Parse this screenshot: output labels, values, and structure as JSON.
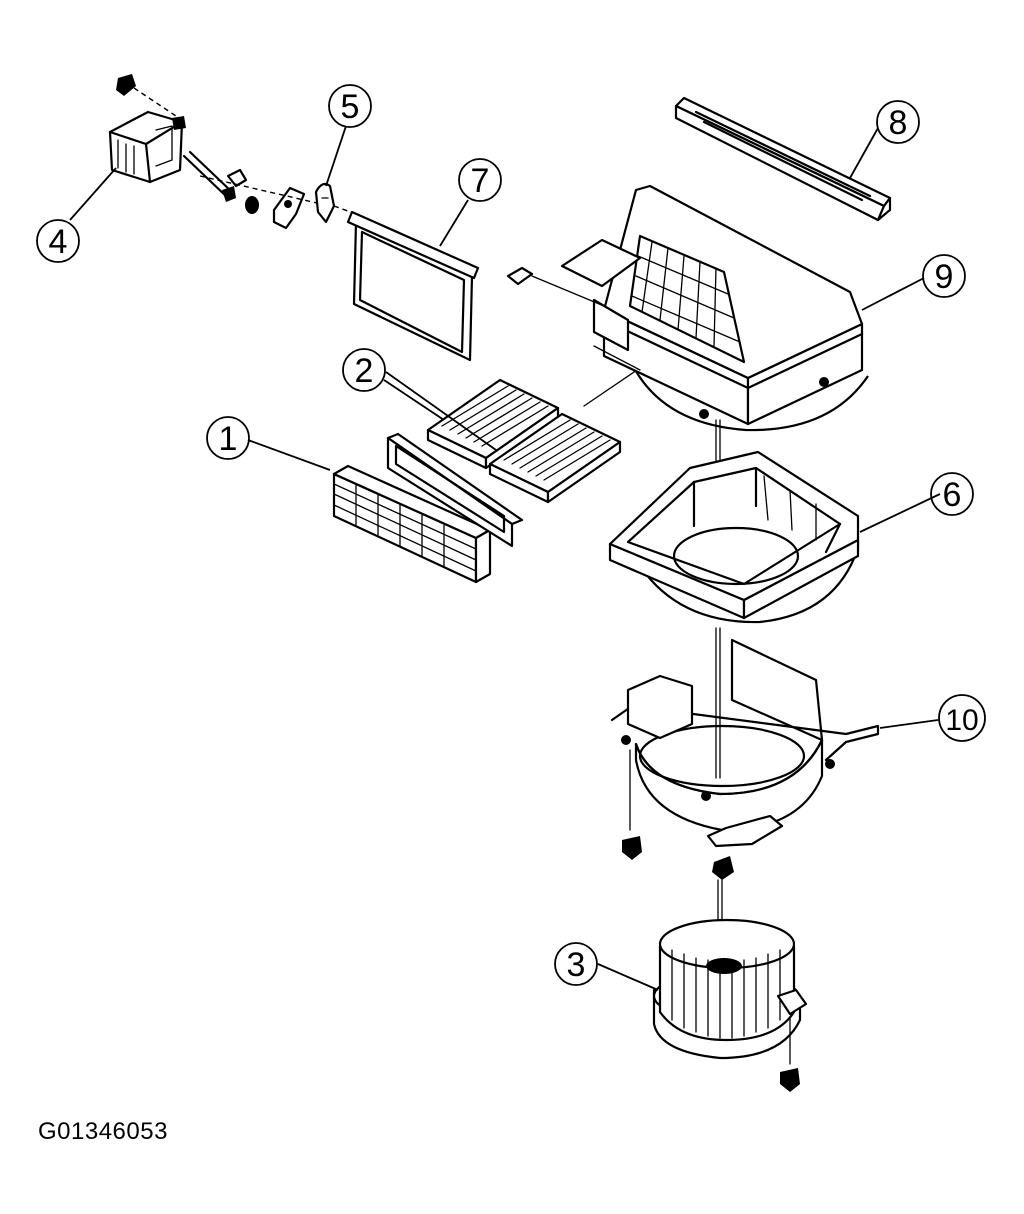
{
  "figure_id": "G01346053",
  "callouts": [
    {
      "id": "c1",
      "label": "1"
    },
    {
      "id": "c2",
      "label": "2"
    },
    {
      "id": "c3",
      "label": "3"
    },
    {
      "id": "c4",
      "label": "4"
    },
    {
      "id": "c5",
      "label": "5"
    },
    {
      "id": "c6",
      "label": "6"
    },
    {
      "id": "c7",
      "label": "7"
    },
    {
      "id": "c8",
      "label": "8"
    },
    {
      "id": "c9",
      "label": "9"
    },
    {
      "id": "c10",
      "label": "10"
    }
  ]
}
